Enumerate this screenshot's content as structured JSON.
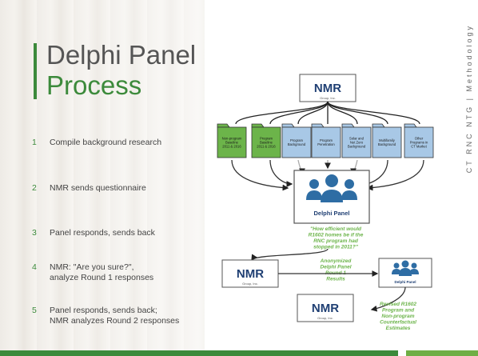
{
  "title": {
    "line1": "Delphi Panel",
    "line2": "Process"
  },
  "steps": [
    {
      "num": "1",
      "text": "Compile background research"
    },
    {
      "num": "2",
      "text": "NMR sends questionnaire"
    },
    {
      "num": "3",
      "text": "Panel responds, sends back"
    },
    {
      "num": "4",
      "text": "NMR: \"Are you sure?\",\nanalyze Round 1 responses"
    },
    {
      "num": "5",
      "text": "Panel responds, sends back;\nNMR analyzes Round 2 responses"
    }
  ],
  "side_text": "CT RNC NTG | Methodology",
  "diagram": {
    "nmr_logo": "NMR",
    "nmr_sub": "Group, Inc.",
    "folders": [
      {
        "label": "Non-program Baseline 2011 & 2016",
        "color": "#6cb44a"
      },
      {
        "label": "Program Baseline 2011 & 2016",
        "color": "#6cb44a"
      },
      {
        "label": "Program Background",
        "color": "#a8c8e6"
      },
      {
        "label": "Program Penetration",
        "color": "#a8c8e6"
      },
      {
        "label": "Solar and Net Zero Background",
        "color": "#a8c8e6"
      },
      {
        "label": "Multifamily Background",
        "color": "#a8c8e6"
      },
      {
        "label": "Other Programs in CT Market",
        "color": "#a8c8e6"
      }
    ],
    "panel_label": "Delphi Panel",
    "question": "\"How efficient would R1602 homes be if the RNC program had stopped in 2011?\"",
    "anon_label": "Anonymized Delphi Panel Round 1 Results",
    "revised_label": "Revised R1602 Program and Non-program Counterfactual Estimates"
  },
  "colors": {
    "accent_green": "#3c8a3b",
    "folder_green": "#6cb44a",
    "folder_blue": "#a8c8e6",
    "nmr_navy": "#1f3f73",
    "people_blue": "#2e6da4"
  }
}
